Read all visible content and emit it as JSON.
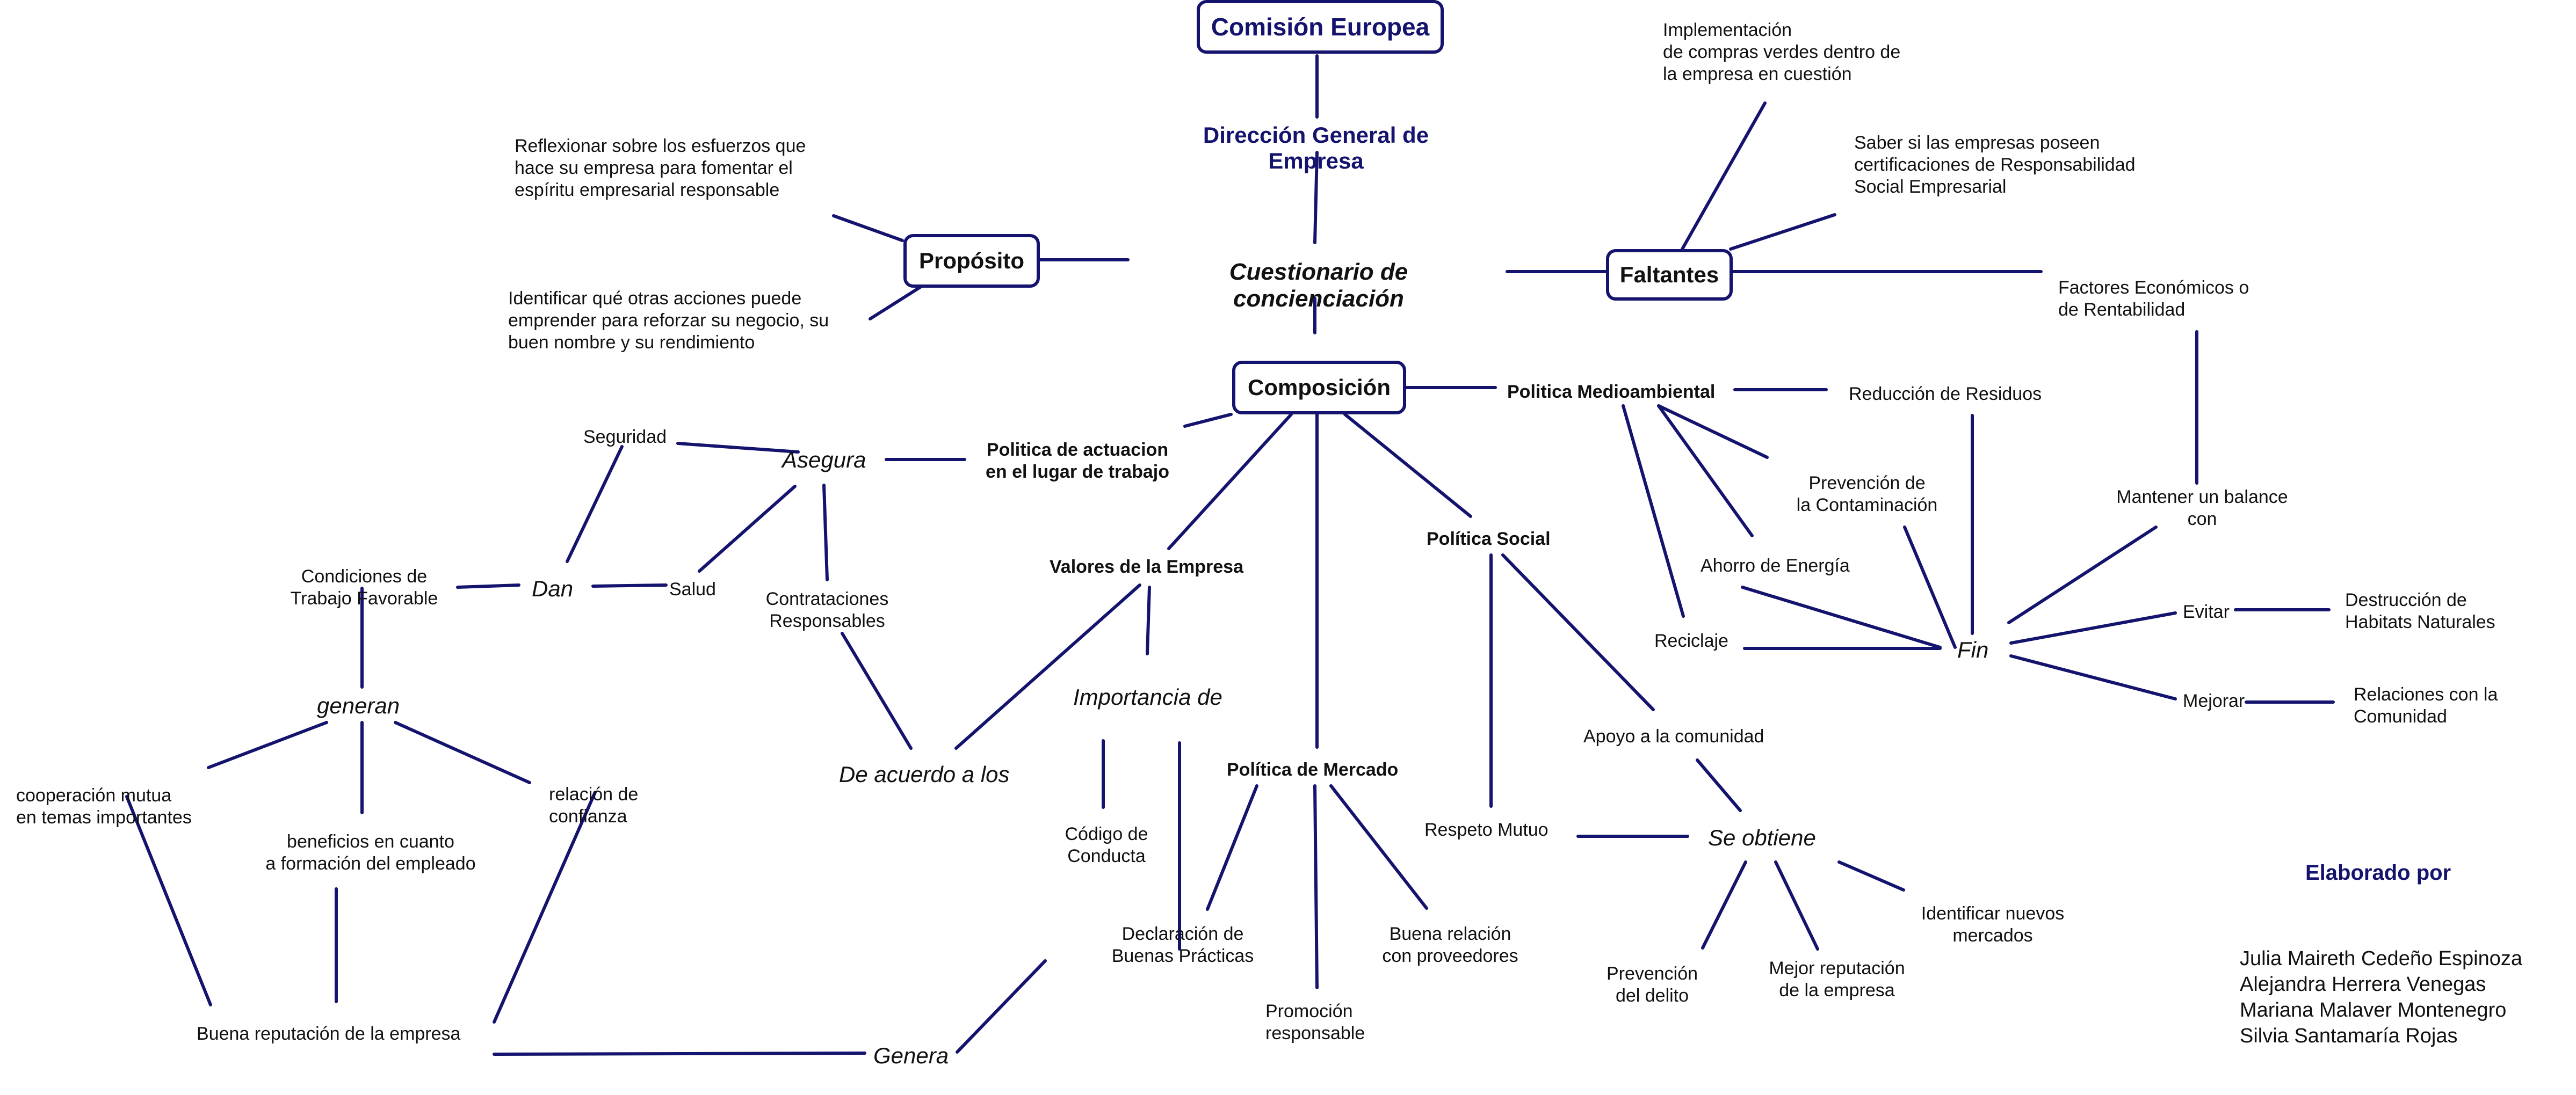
{
  "colors": {
    "line": "#14136e",
    "title": "#14136e",
    "text": "#111111"
  },
  "nodes": {
    "comision": "Comisión Europea",
    "direccion": "Dirección General de Empresa",
    "cuestionario": "Cuestionario de concienciación",
    "proposito": "Propósito",
    "reflexionar": "Reflexionar sobre los esfuerzos que\nhace su empresa para fomentar el\nespíritu empresarial responsable",
    "identificar": "Identificar qué otras acciones puede\nemprender para reforzar su negocio, su\nbuen nombre y su rendimiento",
    "faltantes": "Faltantes",
    "implementacion": "Implementación\nde compras verdes dentro de\nla empresa en cuestión",
    "saber": "Saber si las empresas poseen\ncertificaciones de Responsabilidad\nSocial Empresarial",
    "factores": "Factores Económicos o\nde Rentabilidad",
    "composicion": "Composición",
    "politica_medio": "Politica Medioambiental",
    "reduccion": "Reducción de Residuos",
    "prevencion_cont": "Prevención de\nla Contaminación",
    "ahorro": "Ahorro de Energía",
    "reciclaje": "Reciclaje",
    "fin": "Fin",
    "mantener": "Mantener un balance\ncon",
    "evitar": "Evitar",
    "destruccion": "Destrucción de\nHabitats Naturales",
    "mejorar": "Mejorar",
    "relaciones_comunidad": "Relaciones con la\nComunidad",
    "politica_actuacion": "Politica de actuacion\nen el lugar de trabajo",
    "asegura": "Asegura",
    "seguridad": "Seguridad",
    "salud": "Salud",
    "dan": "Dan",
    "condiciones": "Condiciones de\nTrabajo Favorable",
    "contrataciones": "Contrataciones\nResponsables",
    "generan": "generan",
    "cooperacion": "cooperación mutua\nen temas importantes",
    "beneficios": "beneficios en cuanto\na formación del empleado",
    "relacion_confianza": "relación de\nconfianza",
    "buena_reputacion": "Buena reputación de la empresa",
    "genera": "Genera",
    "valores": "Valores de la Empresa",
    "importancia": "Importancia de",
    "de_acuerdo": "De acuerdo a los",
    "codigo": "Código de\nConducta",
    "declaracion": "Declaración de\nBuenas Prácticas",
    "politica_mercado": "Política de Mercado",
    "promocion": "Promoción\nresponsable",
    "buena_relacion": "Buena relación\ncon proveedores",
    "politica_social": "Política Social",
    "apoyo": "Apoyo a la comunidad",
    "respeto": "Respeto Mutuo",
    "se_obtiene": "Se obtiene",
    "prevencion_delito": "Prevención\ndel delito",
    "mejor_reputacion": "Mejor reputación\nde la empresa",
    "identificar_mercados": "Identificar nuevos\nmercados"
  },
  "credits": {
    "heading": "Elaborado por",
    "names": [
      "Julia Maireth Cedeño Espinoza",
      "Alejandra Herrera Venegas",
      "Mariana Malaver Montenegro",
      "Silvia Santamaría Rojas"
    ]
  }
}
